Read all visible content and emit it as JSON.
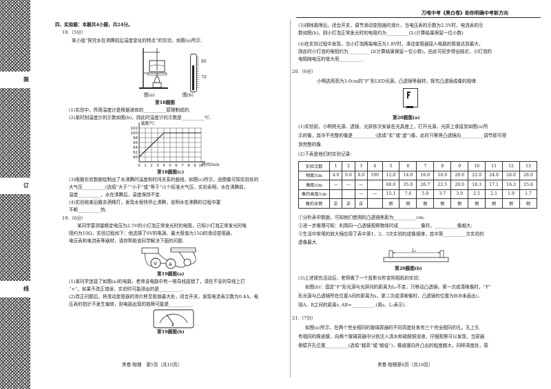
{
  "header": {
    "title": "万唯中考《黑白卷》助你明确中考新方向"
  },
  "binding": {
    "chars": [
      "装",
      "订",
      "线"
    ]
  },
  "section": {
    "title": "四、实验题：本题共4小题，共24分。"
  },
  "q18": {
    "num": "18.（5分）",
    "intro": "某小组“探究水在沸腾前后温度变化的特点”的实验，如图(a)所示.",
    "thermo_80": "80",
    "thermo_70": "70",
    "fig_a": "图(a)",
    "fig_b": "图(b)",
    "fig_title": "第18题图",
    "p1": "(1)实验中，所用温度计是根据液体的__________原理制成的.",
    "p2": "(2)某时刻温度计的示数如图(b)，则此时温度计的示数是__________℃.",
    "graph_ylabel": "温度/℃",
    "graph_xlabel": "时间/min",
    "graph_fig": "第18题图(c)",
    "p3a": "(3)根据实验数据绘制出了水沸腾时温度和时间关系的曲线，如图(c)所示，由图像可知实验处的",
    "p3b": "大气压__________(选填“大于”“小于”或“等于”)1个标准大气压，实验表明，水在沸腾前，",
    "p3c": "温度__________，水在沸腾后，温度保持不变.",
    "p4a": "(4)实验结束后撤去酒精灯，发现水很快停止沸腾，说明水在沸腾的过程中要",
    "p4b": "不断__________热."
  },
  "q19": {
    "num": "19.（6分）",
    "intro1": "某同学要测量额定电压为2.5V的小灯泡正常发光时的电阻，已知小灯泡正常发光时电",
    "intro2": "阻约为10Ω，实验过程如下：他选择了6V的电源，最大阻值为15Ω的滑动变阻器，",
    "intro3": "电压表和电流表等器材，请你帮助该同学解决下面的问题.",
    "fig_a": "第19题图(a)",
    "p1a": "(1)某同学连接了如图(a)的电路，老师说电路中有一根导线接错了，请在不妥的导线上打",
    "p1b": "“×”，如果不改正错误，实验时可能测出的是__________.",
    "p2a": "(2)改正问题后，将滑动变阻器的滑片移至阻值最大处，闭合开关，发现电流表示数为0.4A，电",
    "p2b": "压表的指针不发生偏转，则电路出现的故障可能是__________.",
    "fig_b": "第19题图(b)"
  },
  "footer_left": {
    "text": "黑卷·物理　第5页（共10页）"
  },
  "right": {
    "p3a": "(3)排除故障后，闭合开关，调节滑动变阻器的滑片，当电压表的示数为2.5V时，电流表的示",
    "p3b": "数如图(b)，则小灯泡正常发光时的电阻约为__________Ω.(计算结果保留一位小数)",
    "p4a": "(4)在实验过程中发现，当小灯泡两端电压为1.8V时，滑动变阻器接入电路的阻值达到最大，",
    "p4b": "则此时小灯泡的电阻约为__________Ω(计算结果保留一位小数)，由此可初步得出结论，小灯泡的",
    "p4c": "电阻随电压的增大而__________."
  },
  "q20": {
    "num": "20.（6分）",
    "intro": "小明选用高为3.0cm的“F”形LED光源，凸透镜等器材，探究凸透镜成像的规律.",
    "fig_a": "第20题图(a)",
    "p1a": "(1)实验前，小明将光源、透镜、光屏依次安装在光具座上，打开光源，光屏上承接到如图(a)所",
    "p1b": "示的像，其中不完整的像是__________(选填“实”或“虚”)像，此时只需将凸透镜向__________调节即可得",
    "p1c": "到完整的像.",
    "p2": "(2)下表是他们的实验记录:",
    "table": {
      "rows": [
        [
          "实验次数",
          "1",
          "2",
          "3",
          "4",
          "5",
          "6",
          "7",
          "8",
          "9",
          "10",
          "11",
          "12",
          "13"
        ],
        [
          "物距/cm",
          "4.0",
          "6.0",
          "8.0",
          "100",
          "12.0",
          "14.0",
          "16.0",
          "18.0",
          "20.0",
          "22.0",
          "24.0",
          "26.0",
          "28.0"
        ],
        [
          "像距/cm",
          "—",
          "—",
          "—",
          "",
          "60.0",
          "35.0",
          "26.7",
          "22.5",
          "20.0",
          "18.3",
          "17.1",
          "16.3",
          "15.6"
        ],
        [
          "像的高度/cm",
          "",
          "",
          "—",
          "—",
          "15.1",
          "7.6",
          "5.0",
          "3.7",
          "3.0",
          "2.5",
          "2.1",
          "1.9",
          "1.7"
        ],
        [
          "像的正倒",
          "正",
          "正",
          "正",
          "",
          "倒",
          "倒",
          "倒",
          "倒",
          "倒",
          "倒",
          "倒",
          "倒",
          "倒"
        ]
      ]
    },
    "s1": "①分析表中数据，可知他们使用的凸透镜焦距为__________cm;",
    "s2": "②进一步推理可知：利用同一凸透镜观察物体时成__________像时，__________像越大;",
    "s3a": "③生活中常用的放大镜应用了表中第1、2、3次实验的成像规律，其中第__________次实验的",
    "s3b": "虚像最大.",
    "fig_b_label": "L₀",
    "fig_b": "第20题图(b)",
    "p3a": "(3)上述探究活动后，老师做了一个投影仪秒变照相机的实验：",
    "p3b": "如图(b)：固定“F”形光源与光屏间的距离为L₀不变，只移动凸透镜，第一次成清晰像时，“F”",
    "p3c": "形光源与凸透镜所在位置A间的距离为s，第二次成清晰像时，凸透镜的位置为B(B未画出)，",
    "p3d": "则A、B之间的距离s_AB=__________.(用s、L₀表示)."
  },
  "q21": {
    "num": "21.（7分）",
    "l1": "如图(a)所示，在两个完全相同的玻璃容器的不同高度处各有三个完全相同的孔，孔上扎",
    "l2": "有相同的橡皮膜，向两个玻璃容器中分别注入清水和硫酸铜溶液，仔细观察可以发现，当容器",
    "l3": "侧壁开孔位置__________(选填“越高”或“越低”)，橡皮膜向外凸出的程度越大，同样深度处，容"
  },
  "footer_right": {
    "text": "黑卷·物理第6页（共10页）"
  }
}
